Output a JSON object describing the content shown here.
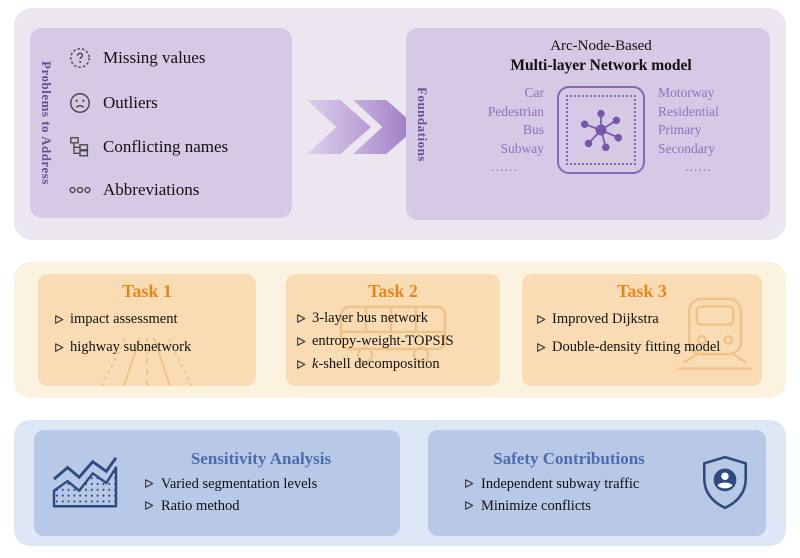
{
  "top": {
    "problems": {
      "label": "Problems to Address",
      "items": [
        {
          "text": "Missing values"
        },
        {
          "text": "Outliers"
        },
        {
          "text": "Conflicting names"
        },
        {
          "text": "Abbreviations"
        }
      ]
    },
    "foundations": {
      "label": "Foundations",
      "title_line1": "Arc-Node-Based",
      "title_line2": "Multi-layer Network model",
      "left_column": [
        "Car",
        "Pedestrian",
        "Bus",
        "Subway",
        "……"
      ],
      "right_column": [
        "Motorway",
        "Residential",
        "Primary",
        "Secondary",
        "……"
      ]
    }
  },
  "tasks": [
    {
      "title": "Task 1",
      "items": [
        "impact assessment",
        "highway subnetwork"
      ]
    },
    {
      "title": "Task 2",
      "items": [
        "3-layer bus network",
        "entropy-weight-TOPSIS"
      ],
      "k_item": {
        "prefix": "k",
        "rest": "-shell decomposition"
      }
    },
    {
      "title": "Task 3",
      "items": [
        "Improved Dijkstra",
        "Double-density fitting model"
      ]
    }
  ],
  "bottom": {
    "sensitivity": {
      "title": "Sensitivity Analysis",
      "items": [
        "Varied segmentation levels",
        "Ratio method"
      ]
    },
    "safety": {
      "title": "Safety Contributions",
      "items": [
        "Independent subway traffic",
        "Minimize conflicts"
      ]
    }
  },
  "colors": {
    "purple_panel": "#d6c9e5",
    "purple_accent": "#8a65b5",
    "orange_title": "#e2871c",
    "orange_panel": "#fadcb4",
    "blue_title": "#4d6cb0",
    "blue_panel": "#b7c9e7",
    "navy_icon": "#2e4a7e"
  }
}
